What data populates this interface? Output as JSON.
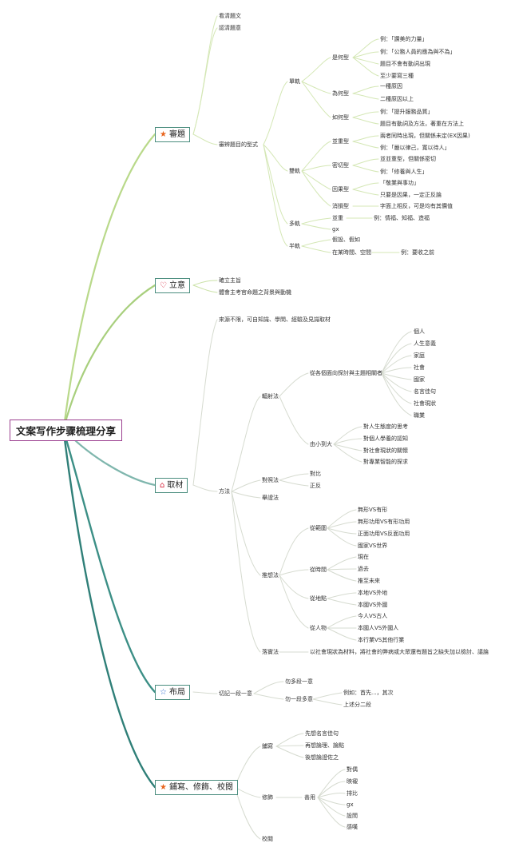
{
  "root": "文案写作步骤梳理分享",
  "branches": {
    "b1": {
      "label": "審題",
      "icon": "star-icon",
      "color": "#e8651e"
    },
    "b2": {
      "label": "立意",
      "icon": "heart-icon",
      "color": "#d7263d"
    },
    "b3": {
      "label": "取材",
      "icon": "home-icon",
      "color": "#d7263d"
    },
    "b4": {
      "label": "布局",
      "icon": "star-outline-icon",
      "color": "#2d6bd1"
    },
    "b5": {
      "label": "鋪寫、修飾、校閱",
      "icon": "star-icon",
      "color": "#e8651e"
    }
  },
  "nodes": {
    "n1": "看清題文",
    "n2": "認清題意",
    "n3": "審辨題目的型式",
    "n4": "單軌",
    "n5": "是何型",
    "n6": "例：「讚美的力量」",
    "n7": "例：「公務人員的應為與不為」",
    "n8": "題目不會有動詞出現",
    "n9": "至少要寫三種",
    "n10": "為何型",
    "n11": "一種原因",
    "n12": "二種原因以上",
    "n13": "如何型",
    "n14": "例：「提升服務品質」",
    "n15": "題目有動詞及方法，著重在方法上",
    "n16": "雙軌",
    "n17": "並重型",
    "n18": "兩者同時出現，但關係未定(EX因果)",
    "n19": "例：「嚴以律己，寬以待人」",
    "n20": "密切型",
    "n21": "並並重型，但關係密切",
    "n22": "例：「修養與人生」",
    "n23": "因果型",
    "n24": "「敬業與事功」",
    "n25": "只要是因果，一定正反論",
    "n26": "消損型",
    "n27": "字面上相反，可是均有其價值",
    "n28": "多軌",
    "n29": "並重",
    "n30": "例：情福、知福、造福",
    "n31": "gx",
    "n32": "半軌",
    "n33": "假設、假如",
    "n34": "在某時間、空間",
    "n35": "例：要收之前",
    "n36": "確立主旨",
    "n37": "體會主考官命題之背景與動機",
    "n38": "來源不限，可自知識、學問、經驗及見識取材",
    "n39": "方法",
    "n40": "輻射法",
    "n41": "從各個面向探討與主題相關者",
    "n42": "個人",
    "n43": "人生意義",
    "n44": "家庭",
    "n45": "社會",
    "n46": "國家",
    "n47": "名言佳句",
    "n48": "社會現狀",
    "n49": "職業",
    "n50": "由小到大",
    "n51": "對人生態度的思考",
    "n52": "對個人學養的認知",
    "n53": "對社會現狀的關懷",
    "n54": "對專業智能的探求",
    "n55": "對照法",
    "n56": "對比",
    "n57": "正反",
    "n58": "舉證法",
    "n59": "推想法",
    "n60": "從範圍",
    "n61": "無形VS有形",
    "n62": "無形功用VS有形功用",
    "n63": "正面功用VS反面功用",
    "n64": "國家VS世界",
    "n65": "從時間",
    "n66": "現在",
    "n67": "過去",
    "n68": "推至未來",
    "n69": "從地點",
    "n70": "本地VS外地",
    "n71": "本國VS外國",
    "n72": "從人物",
    "n73": "今人VS古人",
    "n74": "本國人VS外國人",
    "n75": "本行業VS其他行業",
    "n76": "落實法",
    "n77": "以社會現狀為材料，將社會的弊病或大眾還有題旨之缺失加以檢討、議論",
    "n78": "切記一段一意",
    "n79": "勿多段一意",
    "n80": "勿一段多意",
    "n81": "例如：首先...，其次",
    "n82": "上述分二段",
    "n83": "鋪寫",
    "n84": "先想名言佳句",
    "n85": "再想論理、論點",
    "n86": "後想論證佐之",
    "n87": "修飾",
    "n88": "善用",
    "n89": "對偶",
    "n90": "映襯",
    "n91": "排比",
    "n92": "gx",
    "n93": "設問",
    "n94": "感嘆",
    "n95": "校閱"
  }
}
